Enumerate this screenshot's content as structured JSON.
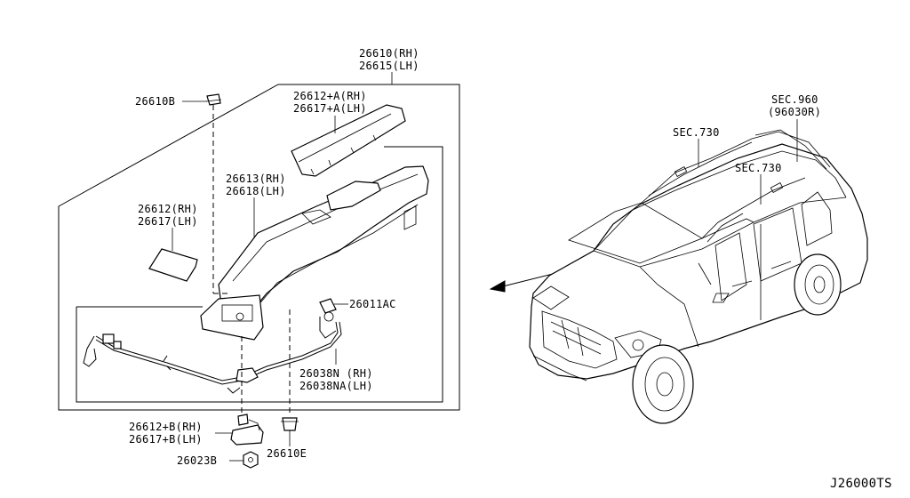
{
  "labels": {
    "p26610": "26610(RH)",
    "p26615": "26615(LH)",
    "p26610B": "26610B",
    "p26612A": "26612+A(RH)",
    "p26617A": "26617+A(LH)",
    "p26613": "26613(RH)",
    "p26618": "26618(LH)",
    "p26612": "26612(RH)",
    "p26617": "26617(LH)",
    "p26011AC": "26011AC",
    "p26038N": "26038N (RH)",
    "p26038NA": "26038NA(LH)",
    "p26612B": "26612+B(RH)",
    "p26617B": "26617+B(LH)",
    "p26023B": "26023B",
    "p26610E": "26610E",
    "sec960": "SEC.960",
    "sec960sub": "(96030R)",
    "sec730a": "SEC.730",
    "sec730b": "SEC.730",
    "diagramId": "J26000TS"
  }
}
